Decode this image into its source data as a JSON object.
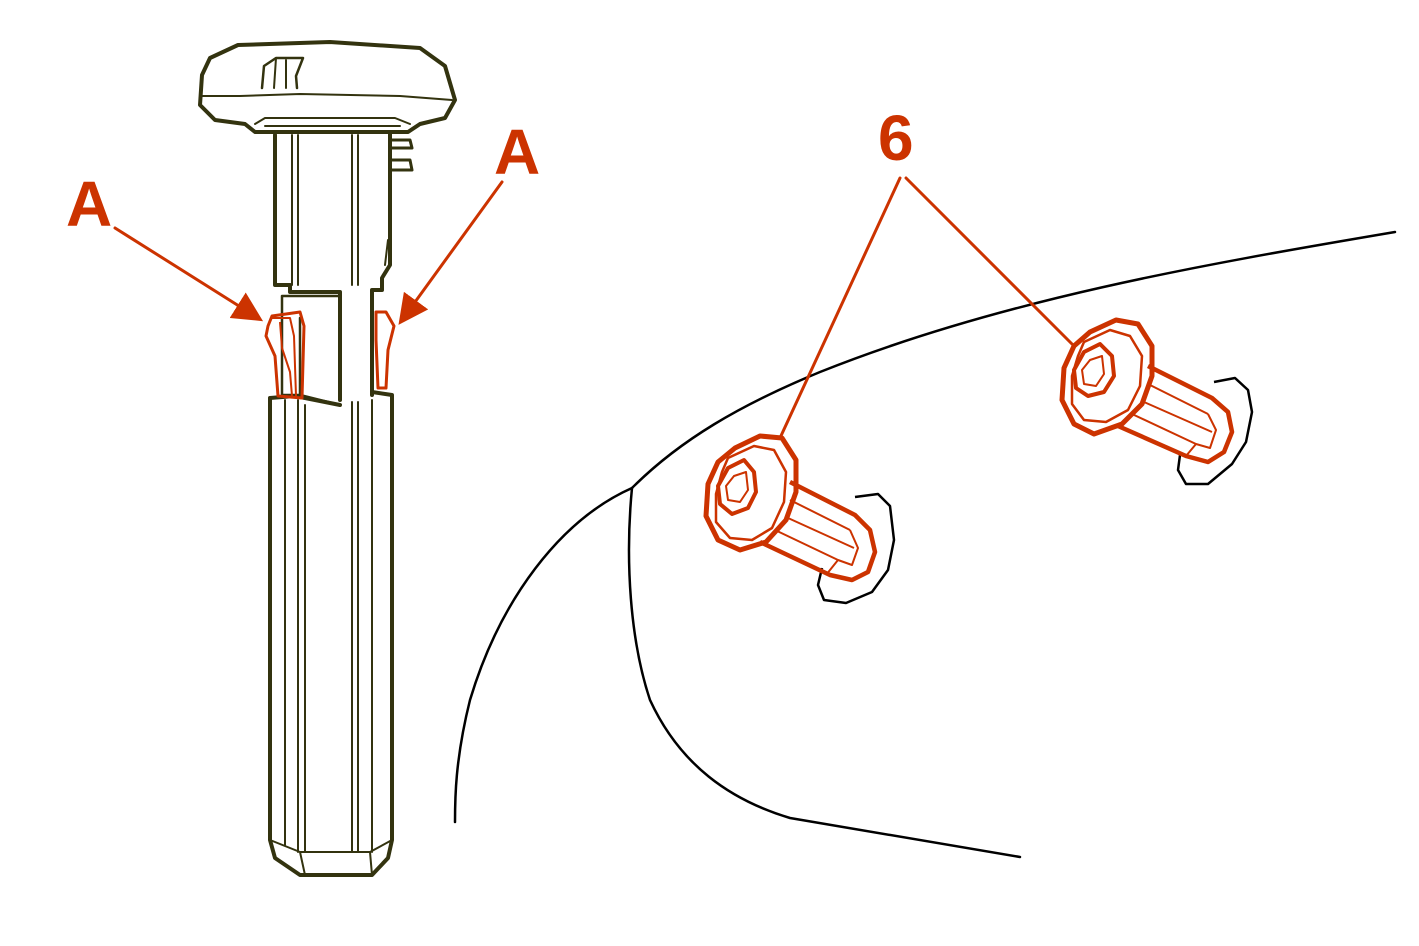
{
  "labels": {
    "callout_a_left": "A",
    "callout_a_right": "A",
    "callout_6": "6"
  },
  "colors": {
    "outline": "#33330f",
    "highlight": "#cc3300",
    "panel_line": "#000000",
    "background": "#ffffff"
  }
}
